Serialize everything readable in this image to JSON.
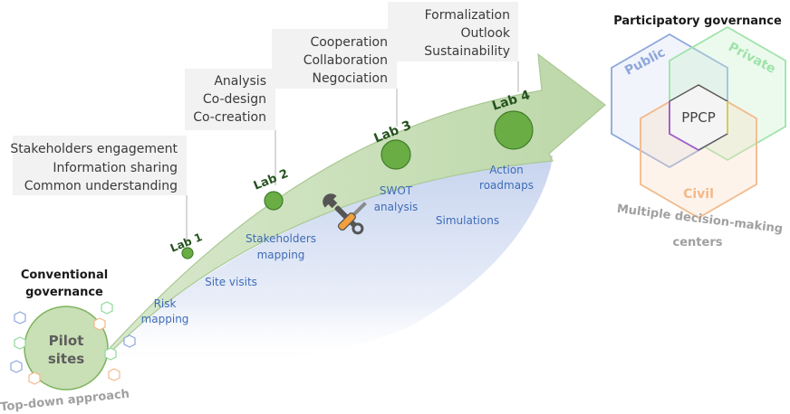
{
  "callouts": {
    "lab1": [
      "Stakeholders engagement",
      "Information sharing",
      "Common understanding"
    ],
    "lab2": [
      "Analysis",
      "Co-design",
      "Co-creation"
    ],
    "lab3": [
      "Cooperation",
      "Collaboration",
      "Negociation"
    ],
    "lab4": [
      "Formalization",
      "Outlook",
      "Sustainability"
    ]
  },
  "labs": [
    "Lab 1",
    "Lab 2",
    "Lab 3",
    "Lab 4"
  ],
  "activities": {
    "risk": [
      "Risk",
      "mapping"
    ],
    "site_visits": "Site visits",
    "stakeholders": [
      "Stakeholders",
      "mapping"
    ],
    "swot": [
      "SWOT",
      "analysis"
    ],
    "simulations": "Simulations",
    "action": [
      "Action",
      "roadmaps"
    ]
  },
  "left": {
    "title": [
      "Conventional",
      "governance"
    ],
    "pilot": [
      "Pilot",
      "sites"
    ],
    "approach": "Top-down approach"
  },
  "right": {
    "title": "Participatory governance",
    "public": "Public",
    "private": "Private",
    "civil": "Civil",
    "center": "PPCP",
    "footer": [
      "Multiple decision-making",
      "centers"
    ]
  },
  "colors": {
    "arrow_green": "#c5ddb5",
    "lab_circle": "#6aad45",
    "blue_band": "#c9d6ee",
    "public": "#8ea7dc",
    "private": "#9fe3a9",
    "civil": "#f2b98a",
    "purple": "#a05ccc"
  },
  "icons": [
    "tools-icon"
  ]
}
